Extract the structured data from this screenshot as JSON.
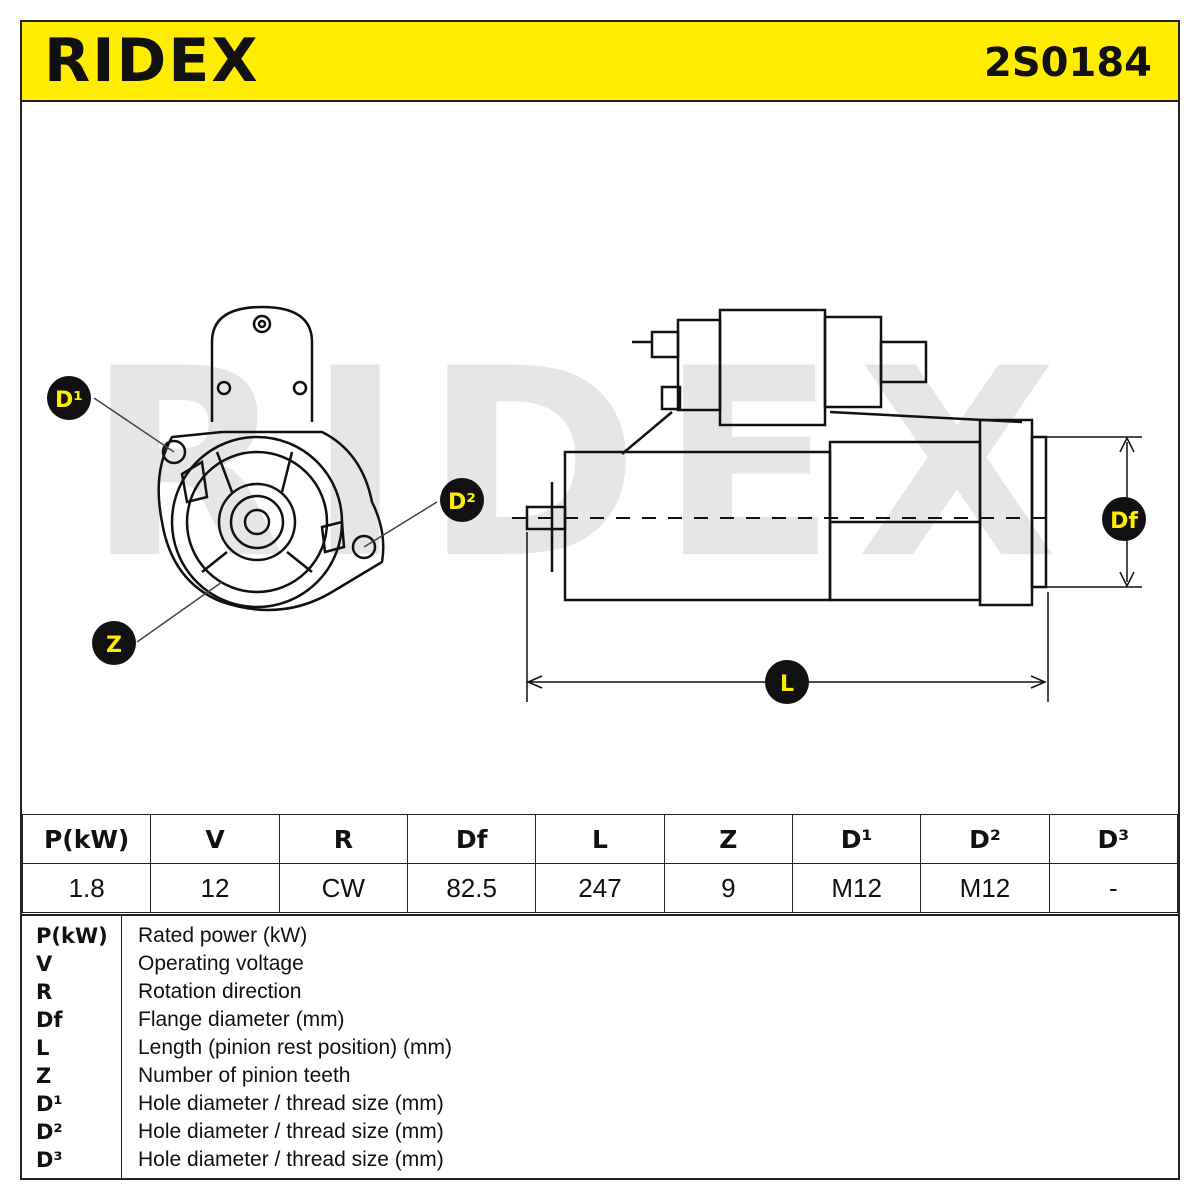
{
  "header": {
    "brand": "RIDEX",
    "part_number": "2S0184"
  },
  "drawing": {
    "watermark": "RIDEX",
    "callouts": {
      "d1": "D¹",
      "d2": "D²",
      "z": "Z",
      "df": "Df",
      "l": "L"
    }
  },
  "spec_table": {
    "headers": [
      "P(kW)",
      "V",
      "R",
      "Df",
      "L",
      "Z",
      "D¹",
      "D²",
      "D³"
    ],
    "values": [
      "1.8",
      "12",
      "CW",
      "82.5",
      "247",
      "9",
      "M12",
      "M12",
      "-"
    ]
  },
  "legend": [
    {
      "key": "P(kW)",
      "desc": "Rated power (kW)"
    },
    {
      "key": "V",
      "desc": "Operating voltage"
    },
    {
      "key": "R",
      "desc": "Rotation direction"
    },
    {
      "key": "Df",
      "desc": "Flange diameter (mm)"
    },
    {
      "key": "L",
      "desc": "Length (pinion rest position) (mm)"
    },
    {
      "key": "Z",
      "desc": "Number of pinion teeth"
    },
    {
      "key": "D¹",
      "desc": "Hole diameter / thread size (mm)"
    },
    {
      "key": "D²",
      "desc": "Hole diameter / thread size (mm)"
    },
    {
      "key": "D³",
      "desc": "Hole diameter / thread size (mm)"
    }
  ],
  "colors": {
    "header_bg": "#ffec00",
    "callout_bg": "#111111",
    "callout_text": "#ffec00",
    "watermark": "#e6e6e6"
  }
}
